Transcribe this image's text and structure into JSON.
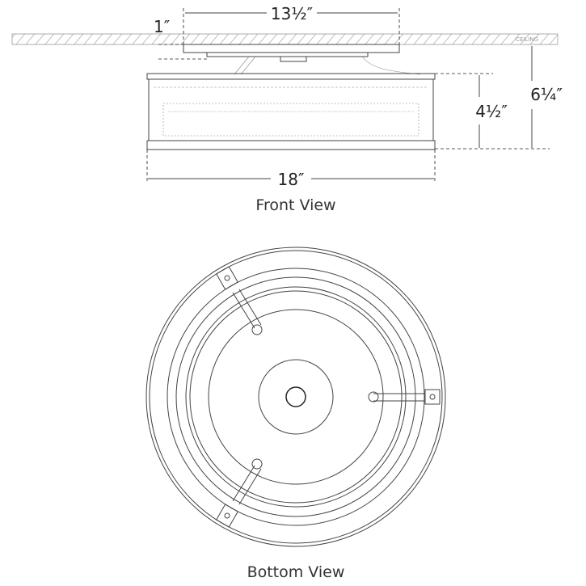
{
  "front_view": {
    "caption": "Front View",
    "ceiling_label": "CEILING",
    "dims": {
      "canopy_width": "13½″",
      "canopy_depth": "1″",
      "body_width": "18″",
      "body_height": "4½″",
      "overall_height": "6¼″"
    }
  },
  "bottom_view": {
    "caption": "Bottom View"
  }
}
